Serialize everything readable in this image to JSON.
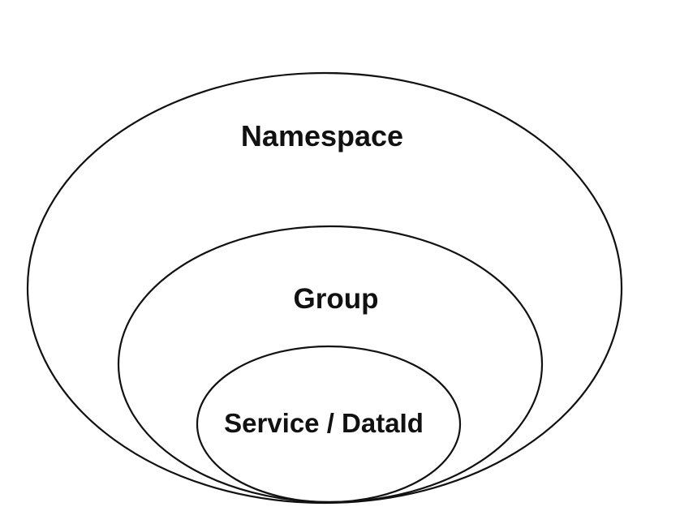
{
  "diagram": {
    "type": "nested-ellipses",
    "description": "concentric containment diagram, three levels, tangent at bottom",
    "rings": [
      {
        "id": "namespace",
        "label": "Namespace",
        "level": 1
      },
      {
        "id": "group",
        "label": "Group",
        "level": 2
      },
      {
        "id": "service-dataid",
        "label": "Service / DataId",
        "level": 3
      }
    ],
    "colors": {
      "stroke": "#111111",
      "text": "#111111",
      "background": "#ffffff"
    }
  }
}
